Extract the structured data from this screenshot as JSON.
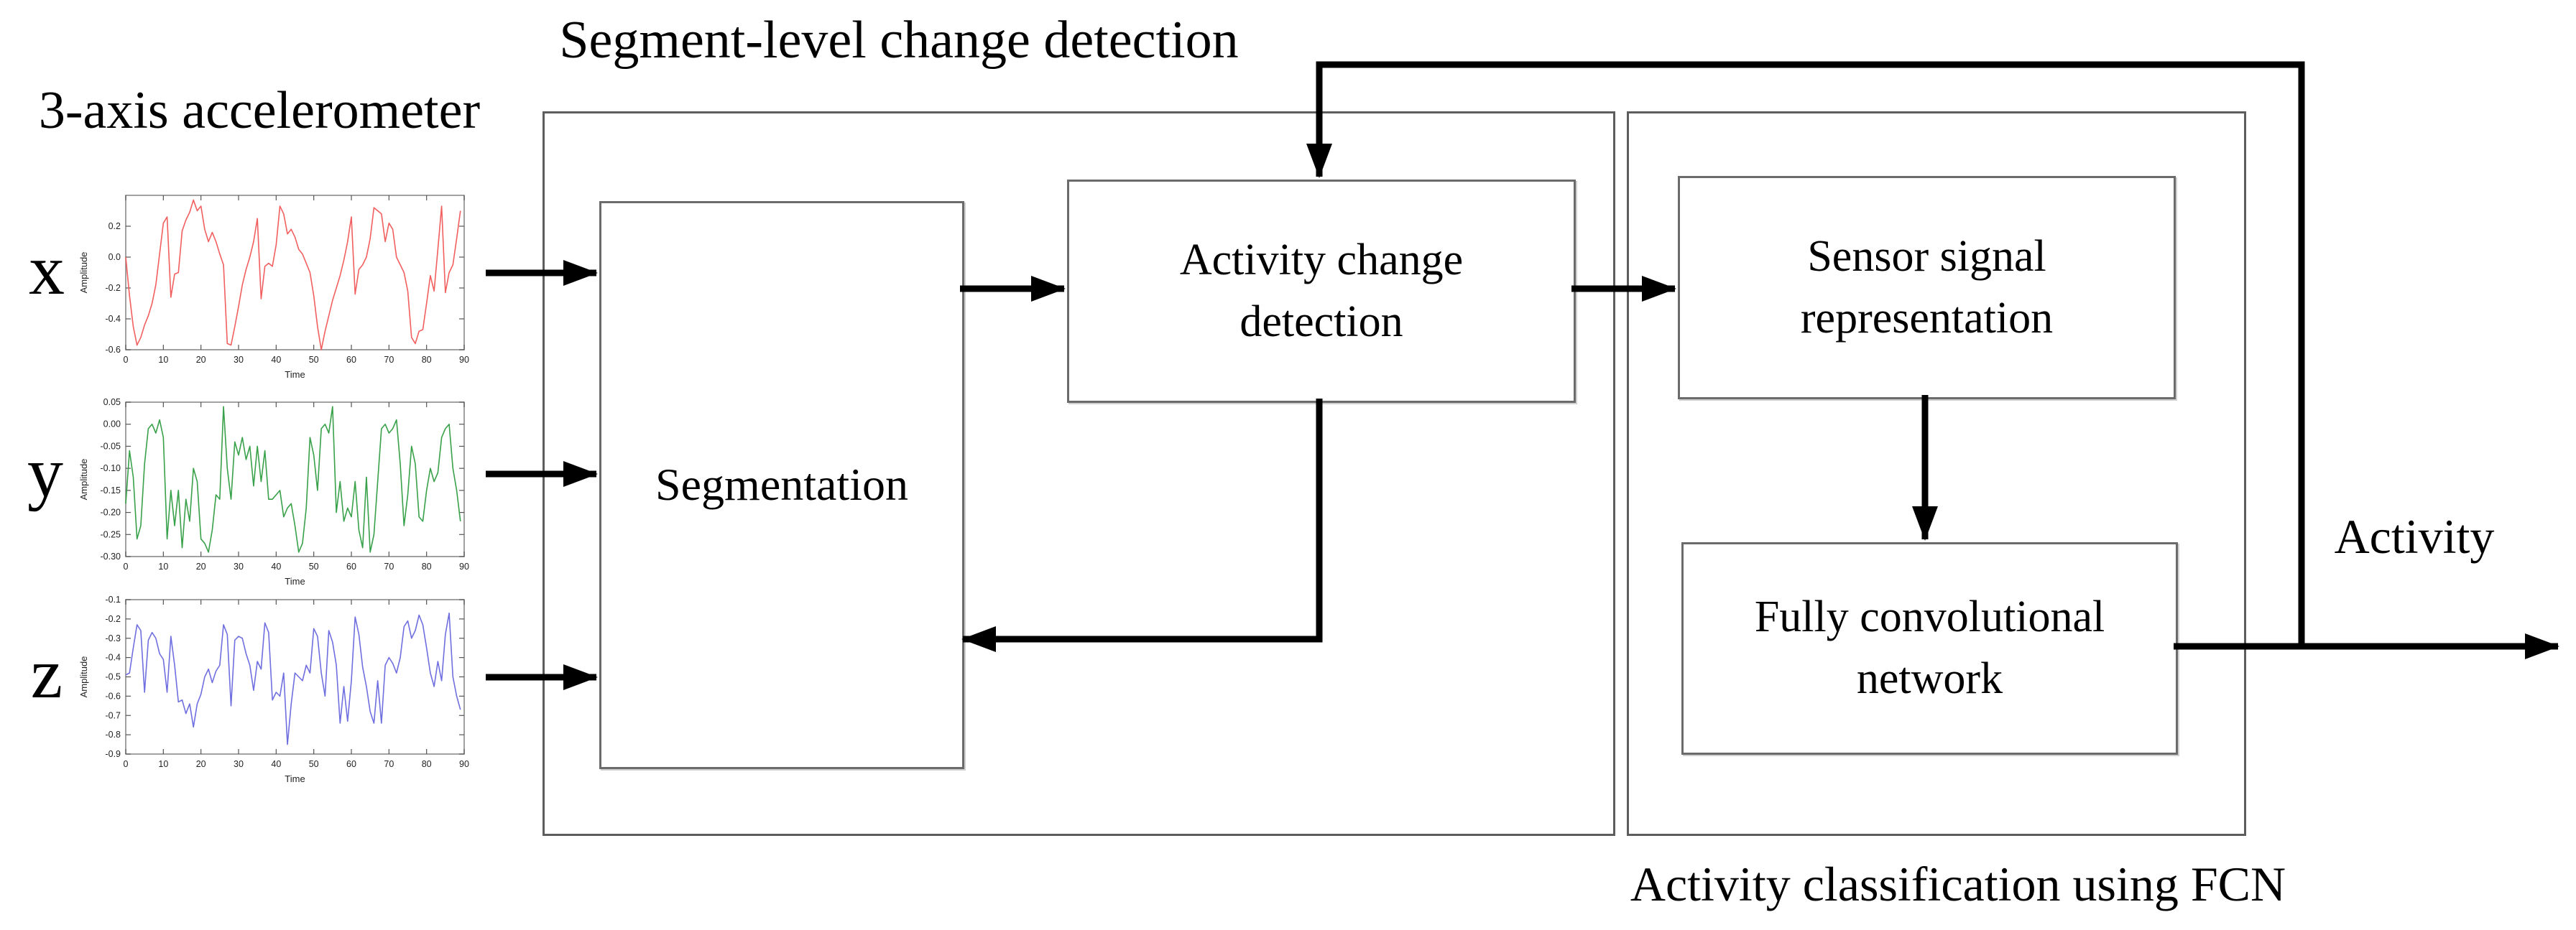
{
  "title": "Segment-level change detection",
  "caption": "Activity classification using FCN",
  "sensor_label": "3-axis accelerometer",
  "output_label": "Activity",
  "boxes": {
    "segmentation": "Segmentation",
    "acd_line1": "Activity change",
    "acd_line2": "detection",
    "ssr_line1": "Sensor signal",
    "ssr_line2": "representation",
    "fcn_line1": "Fully convolutional",
    "fcn_line2": "network"
  },
  "chart_data": [
    {
      "type": "line",
      "series_label": "x",
      "color": "#f25f5f",
      "title": "",
      "xlabel": "Time",
      "ylabel": "Amplitude",
      "xlim": [
        0,
        90
      ],
      "xticks": [
        0,
        10,
        20,
        30,
        40,
        50,
        60,
        70,
        80,
        90
      ],
      "ylim": [
        -0.6,
        0.4
      ],
      "yticks": [
        0.2,
        0.0,
        -0.2,
        -0.4,
        -0.6
      ],
      "ytick_labels": [
        "0.2",
        "0.0",
        "-0.2",
        "-0.4",
        "-0.6"
      ],
      "values": [
        0.0,
        -0.25,
        -0.45,
        -0.57,
        -0.52,
        -0.44,
        -0.38,
        -0.3,
        -0.18,
        0.02,
        0.22,
        0.26,
        -0.26,
        -0.11,
        -0.1,
        0.17,
        0.24,
        0.29,
        0.37,
        0.3,
        0.33,
        0.18,
        0.1,
        0.16,
        0.1,
        0.02,
        -0.05,
        -0.56,
        -0.57,
        -0.45,
        -0.32,
        -0.18,
        -0.08,
        0.0,
        0.1,
        0.25,
        -0.27,
        -0.06,
        -0.04,
        -0.06,
        0.08,
        0.33,
        0.28,
        0.15,
        0.18,
        0.13,
        0.05,
        0.02,
        -0.04,
        -0.1,
        -0.25,
        -0.45,
        -0.6,
        -0.48,
        -0.38,
        -0.28,
        -0.2,
        -0.12,
        -0.02,
        0.1,
        0.26,
        -0.24,
        -0.08,
        -0.05,
        0.0,
        0.12,
        0.32,
        0.3,
        0.28,
        0.1,
        0.22,
        0.18,
        0.0,
        -0.05,
        -0.1,
        -0.22,
        -0.52,
        -0.56,
        -0.48,
        -0.47,
        -0.3,
        -0.12,
        -0.22,
        0.05,
        0.33,
        -0.23,
        -0.1,
        -0.05,
        0.12,
        0.3
      ]
    },
    {
      "type": "line",
      "series_label": "y",
      "color": "#38a149",
      "title": "",
      "xlabel": "Time",
      "ylabel": "Amplitude",
      "xlim": [
        0,
        90
      ],
      "xticks": [
        0,
        10,
        20,
        30,
        40,
        50,
        60,
        70,
        80,
        90
      ],
      "ylim": [
        -0.3,
        0.05
      ],
      "yticks": [
        0.05,
        0.0,
        -0.05,
        -0.1,
        -0.15,
        -0.2,
        -0.25,
        -0.3
      ],
      "ytick_labels": [
        "0.05",
        "0.00",
        "-0.05",
        "-0.10",
        "-0.15",
        "-0.20",
        "-0.25",
        "-0.30"
      ],
      "values": [
        -0.18,
        -0.06,
        -0.12,
        -0.26,
        -0.23,
        -0.09,
        -0.01,
        0.0,
        -0.02,
        0.01,
        -0.03,
        -0.26,
        -0.15,
        -0.23,
        -0.15,
        -0.28,
        -0.17,
        -0.22,
        -0.1,
        -0.13,
        -0.26,
        -0.27,
        -0.29,
        -0.24,
        -0.16,
        -0.17,
        0.04,
        -0.1,
        -0.17,
        -0.04,
        -0.07,
        -0.03,
        -0.08,
        -0.05,
        -0.14,
        -0.05,
        -0.13,
        -0.06,
        -0.17,
        -0.17,
        -0.16,
        -0.15,
        -0.21,
        -0.19,
        -0.18,
        -0.23,
        -0.29,
        -0.27,
        -0.19,
        -0.03,
        -0.07,
        -0.15,
        -0.01,
        0.0,
        -0.02,
        0.04,
        -0.2,
        -0.13,
        -0.22,
        -0.19,
        -0.21,
        -0.13,
        -0.24,
        -0.28,
        -0.12,
        -0.29,
        -0.25,
        -0.13,
        -0.01,
        0.0,
        -0.02,
        -0.01,
        0.01,
        -0.09,
        -0.23,
        -0.16,
        -0.05,
        -0.09,
        -0.21,
        -0.22,
        -0.15,
        -0.1,
        -0.13,
        -0.11,
        -0.03,
        -0.01,
        0.0,
        -0.1,
        -0.15,
        -0.22
      ]
    },
    {
      "type": "line",
      "series_label": "z",
      "color": "#6f6fe0",
      "title": "",
      "xlabel": "Time",
      "ylabel": "Amplitude",
      "xlim": [
        0,
        90
      ],
      "xticks": [
        0,
        10,
        20,
        30,
        40,
        50,
        60,
        70,
        80,
        90
      ],
      "ylim": [
        -0.9,
        -0.1
      ],
      "yticks": [
        -0.1,
        -0.2,
        -0.3,
        -0.4,
        -0.5,
        -0.6,
        -0.7,
        -0.8,
        -0.9
      ],
      "ytick_labels": [
        "-0.1",
        "-0.2",
        "-0.3",
        "-0.4",
        "-0.5",
        "-0.6",
        "-0.7",
        "-0.8",
        "-0.9"
      ],
      "values": [
        -0.49,
        -0.48,
        -0.35,
        -0.23,
        -0.26,
        -0.58,
        -0.31,
        -0.27,
        -0.3,
        -0.38,
        -0.41,
        -0.58,
        -0.29,
        -0.44,
        -0.63,
        -0.62,
        -0.69,
        -0.64,
        -0.76,
        -0.64,
        -0.59,
        -0.5,
        -0.46,
        -0.53,
        -0.47,
        -0.44,
        -0.23,
        -0.28,
        -0.65,
        -0.31,
        -0.29,
        -0.3,
        -0.38,
        -0.44,
        -0.57,
        -0.42,
        -0.46,
        -0.22,
        -0.27,
        -0.62,
        -0.58,
        -0.6,
        -0.48,
        -0.85,
        -0.64,
        -0.48,
        -0.5,
        -0.52,
        -0.44,
        -0.48,
        -0.25,
        -0.29,
        -0.48,
        -0.6,
        -0.26,
        -0.32,
        -0.44,
        -0.74,
        -0.55,
        -0.73,
        -0.52,
        -0.19,
        -0.28,
        -0.45,
        -0.55,
        -0.68,
        -0.74,
        -0.52,
        -0.74,
        -0.44,
        -0.4,
        -0.43,
        -0.48,
        -0.4,
        -0.24,
        -0.21,
        -0.3,
        -0.26,
        -0.18,
        -0.23,
        -0.35,
        -0.48,
        -0.55,
        -0.42,
        -0.52,
        -0.28,
        -0.17,
        -0.5,
        -0.6,
        -0.67
      ]
    }
  ]
}
